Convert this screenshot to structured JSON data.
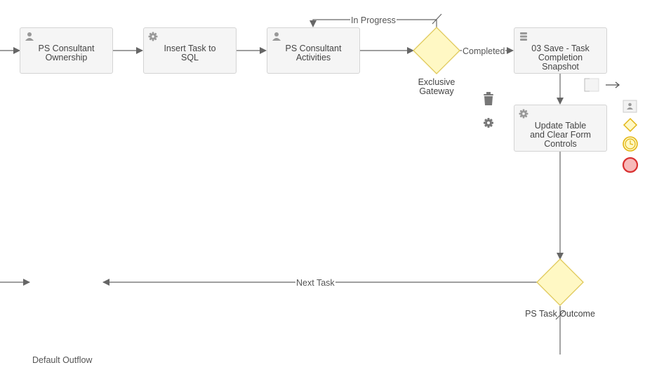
{
  "tasks": {
    "ownership": {
      "label": "PS Consultant\nOwnership",
      "icon": "user-icon"
    },
    "insert_sql": {
      "label": "Insert Task to\nSQL",
      "icon": "gear-icon"
    },
    "activities": {
      "label": "PS Consultant\nActivities",
      "icon": "user-icon"
    },
    "save_snapshot": {
      "label": "03 Save - Task\nCompletion\nSnapshot",
      "icon": "data-store-icon"
    },
    "update_table": {
      "label": "Update Table\nand Clear Form\nControls",
      "icon": "gear-icon"
    }
  },
  "gateways": {
    "exclusive": {
      "label": "Exclusive\nGateway"
    },
    "outcome": {
      "label": "PS Task Outcome"
    }
  },
  "flows": {
    "in_progress": "In Progress",
    "completed": "Completed",
    "next_task": "Next Task",
    "default_outflow": "Default Outflow"
  },
  "context_pad": {
    "icons": [
      "trash-icon",
      "gear-icon",
      "annotation-icon",
      "connect-arrow-icon",
      "user-task-icon",
      "gateway-icon",
      "timer-event-icon",
      "end-event-icon"
    ]
  },
  "colors": {
    "gateway_fill": "#fff8c4",
    "gateway_stroke": "#e0c95a",
    "task_fill": "#f5f5f5",
    "task_stroke": "#d4d4d4",
    "flow_stroke": "#666666",
    "end_event": "#e03b3b",
    "timer_event": "#e2b514"
  }
}
